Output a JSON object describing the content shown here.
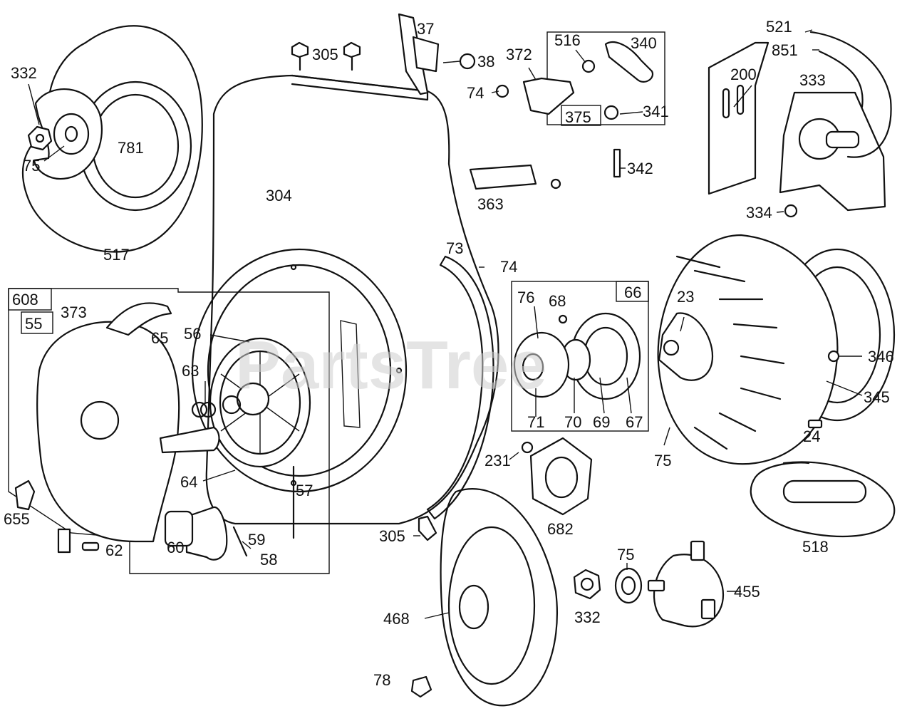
{
  "watermark": "PartsTree",
  "colors": {
    "ink": "#111111",
    "paper": "#ffffff",
    "watermark": "#cfcfcf"
  },
  "labels": {
    "l332a": "332",
    "l75a": "75",
    "l781": "781",
    "l517": "517",
    "l305a": "305",
    "l37": "37",
    "l38": "38",
    "l372": "372",
    "l74a": "74",
    "l516": "516",
    "l340": "340",
    "l375": "375",
    "l341": "341",
    "l521": "521",
    "l851": "851",
    "l200": "200",
    "l333": "333",
    "l342": "342",
    "l363": "363",
    "l334": "334",
    "l304": "304",
    "l73": "73",
    "l74b": "74",
    "l608": "608",
    "l55": "55",
    "l373": "373",
    "l65": "65",
    "l56": "56",
    "l63": "63",
    "l64": "64",
    "l57": "57",
    "l655": "655",
    "l62": "62",
    "l60": "60",
    "l59": "59",
    "l58": "58",
    "l76": "76",
    "l68": "68",
    "l66": "66",
    "l71": "71",
    "l70": "70",
    "l69": "69",
    "l67": "67",
    "l23": "23",
    "l346": "346",
    "l345": "345",
    "l24": "24",
    "l75b": "75",
    "l231": "231",
    "l682": "682",
    "l518": "518",
    "l305b": "305",
    "l468": "468",
    "l332b": "332",
    "l75c": "75",
    "l455": "455",
    "l78": "78"
  }
}
